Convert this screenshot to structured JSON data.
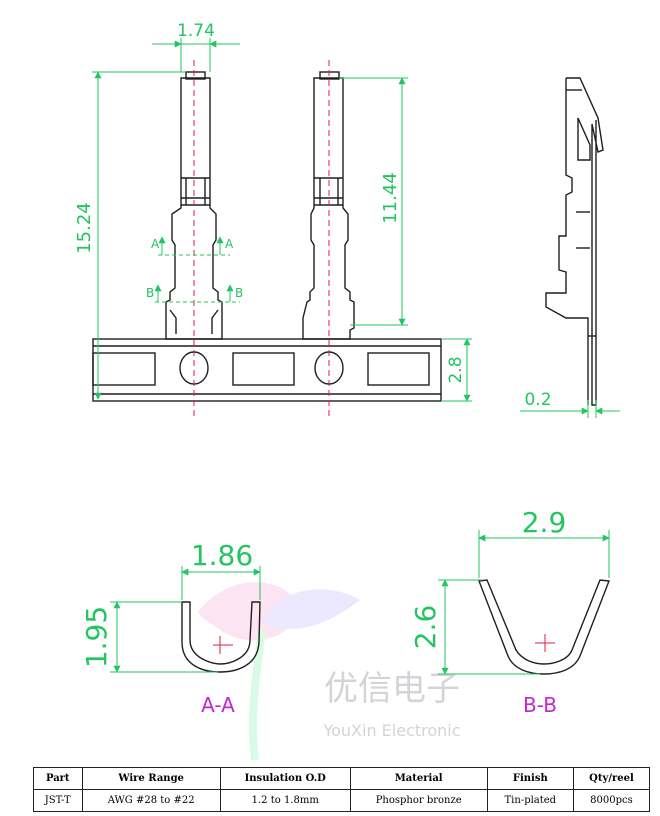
{
  "dimensions": {
    "top_width": "1.74",
    "overall_length": "15.24",
    "contact_length": "11.44",
    "carrier_height": "2.8",
    "thickness": "0.2",
    "aa_width": "1.86",
    "aa_height": "1.95",
    "bb_width": "2.9",
    "bb_height": "2.6"
  },
  "section_marks": {
    "a": "A",
    "b": "B"
  },
  "section_titles": {
    "aa": "A-A",
    "bb": "B-B"
  },
  "watermark": {
    "cn": "优信电子",
    "en": "YouXin Electronic"
  },
  "colors": {
    "dimension": "#22c55e",
    "centerline": "#e11d48",
    "section_title": "#c026d3",
    "outline": "#1f1f1f"
  },
  "table": {
    "headers": [
      "Part",
      "Wire Range",
      "Insulation O.D",
      "Material",
      "Finish",
      "Qty/reel"
    ],
    "rows": [
      [
        "JST-T",
        "AWG #28 to #22",
        "1.2 to 1.8mm",
        "Phosphor bronze",
        "Tin-plated",
        "8000pcs"
      ]
    ]
  }
}
